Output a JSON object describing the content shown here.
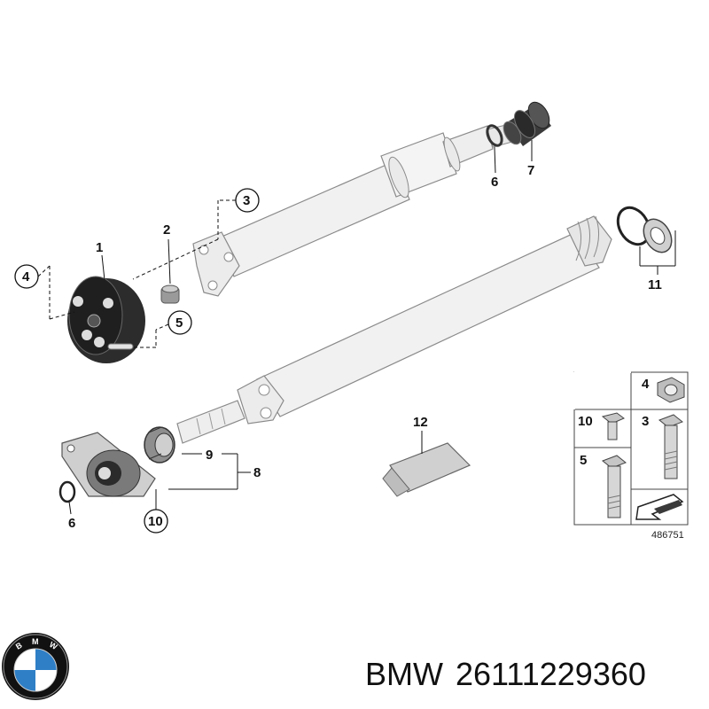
{
  "diagram": {
    "callouts": {
      "c1": "1",
      "c2": "2",
      "c3": "3",
      "c4": "4",
      "c5": "5",
      "c6a": "6",
      "c6b": "6",
      "c7": "7",
      "c8": "8",
      "c9": "9",
      "c10": "10",
      "c11": "11",
      "c12": "12"
    },
    "legend": {
      "l4": "4",
      "l10": "10",
      "l3": "3",
      "l5": "5"
    },
    "image_number": "486751"
  },
  "caption": {
    "brand": "BMW",
    "part_number": "26111229360"
  },
  "logo": {
    "lettering": "BMW",
    "colors": {
      "blue": "#2f7fc6",
      "white": "#ffffff",
      "ring": "#111111"
    }
  },
  "colors": {
    "shaft_fill": "#f1f1f1",
    "shaft_stroke": "#8a8a8a",
    "dark_part": "#333333",
    "line": "#111111"
  }
}
